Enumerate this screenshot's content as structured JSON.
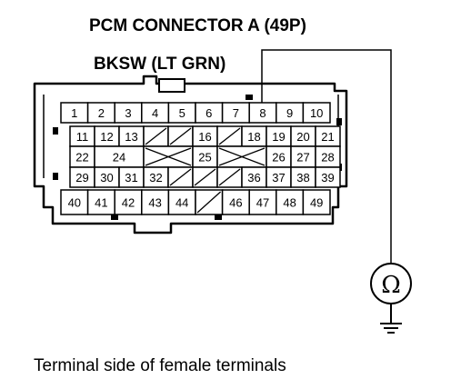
{
  "title": "PCM CONNECTOR A (49P)",
  "wire_label": "BKSW (LT GRN)",
  "caption": "Terminal side of female terminals",
  "meter_symbol": "Ω",
  "probe_terminal": "8",
  "meter_icon": "ohmmeter-icon",
  "ground_icon": "ground-icon",
  "rows": [
    {
      "cells": [
        {
          "t": "1"
        },
        {
          "t": "2"
        },
        {
          "t": "3"
        },
        {
          "t": "4"
        },
        {
          "t": "5"
        },
        {
          "t": "6"
        },
        {
          "t": "7"
        },
        {
          "t": "8"
        },
        {
          "t": "9"
        },
        {
          "t": "10"
        }
      ]
    },
    {
      "cells": [
        {
          "t": "11"
        },
        {
          "t": "12"
        },
        {
          "t": "13"
        },
        {
          "t": "",
          "m": "slash"
        },
        {
          "t": "",
          "m": "slash"
        },
        {
          "t": "16"
        },
        {
          "t": "",
          "m": "slash"
        },
        {
          "t": "18"
        },
        {
          "t": "19"
        },
        {
          "t": "20"
        },
        {
          "t": "21"
        }
      ]
    },
    {
      "cells": [
        {
          "t": "22"
        },
        {
          "t": "24",
          "w": 2
        },
        {
          "t": "",
          "m": "x",
          "w": 2
        },
        {
          "t": "25"
        },
        {
          "t": "",
          "m": "x",
          "w": 2
        },
        {
          "t": "26"
        },
        {
          "t": "27"
        },
        {
          "t": "28"
        }
      ]
    },
    {
      "cells": [
        {
          "t": "29"
        },
        {
          "t": "30"
        },
        {
          "t": "31"
        },
        {
          "t": "32"
        },
        {
          "t": "",
          "m": "slash"
        },
        {
          "t": "",
          "m": "slash"
        },
        {
          "t": "",
          "m": "slash"
        },
        {
          "t": "36"
        },
        {
          "t": "37"
        },
        {
          "t": "38"
        },
        {
          "t": "39"
        }
      ]
    },
    {
      "cells": [
        {
          "t": "40"
        },
        {
          "t": "41"
        },
        {
          "t": "42"
        },
        {
          "t": "43"
        },
        {
          "t": "44"
        },
        {
          "t": "",
          "m": "slash"
        },
        {
          "t": "46"
        },
        {
          "t": "47"
        },
        {
          "t": "48"
        },
        {
          "t": "49"
        }
      ]
    }
  ]
}
